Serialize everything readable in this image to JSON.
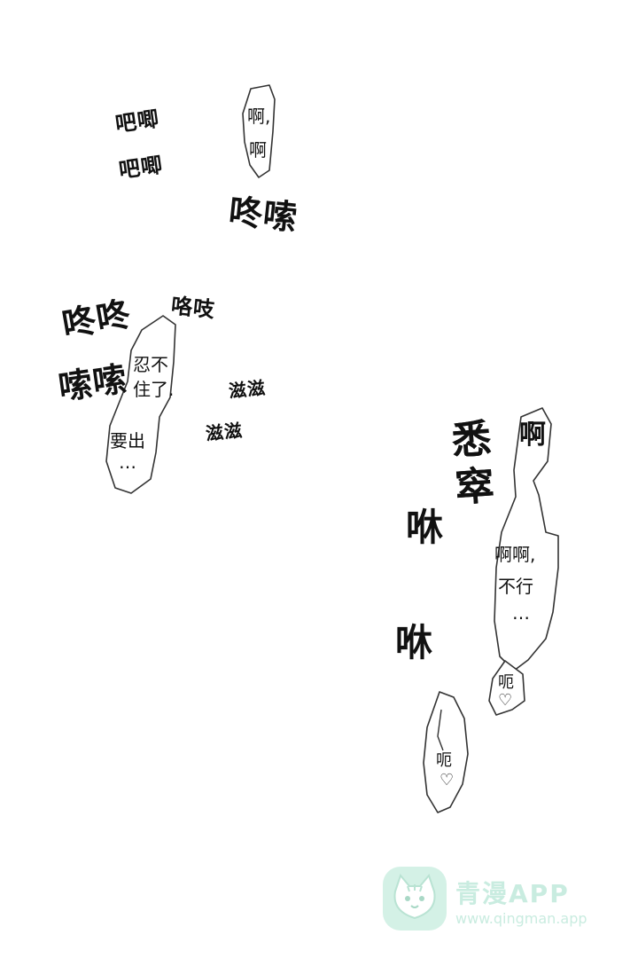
{
  "panel": {
    "sfx_babo_1": "吧唧",
    "sfx_babo_2": "吧唧",
    "bubble_a_line1": "啊,",
    "bubble_a_line2": "啊",
    "sfx_gudu_top": "咚嗦",
    "sfx_geji": "咯吱",
    "sfx_gudu_left": "咚咚",
    "sfx_suo_left": "嗦嗦",
    "bubble_b_line1": "忍不",
    "bubble_b_line2": "住了.",
    "bubble_b_line3": "要出",
    "bubble_b_line4": "…",
    "sfx_zizi_1": "滋滋",
    "sfx_zizi_2": "滋滋",
    "sfx_xisu": "悉窣",
    "sfx_a_right": "啊",
    "sfx_xiu_1": "咻",
    "sfx_xiu_2": "咻",
    "bubble_c_line1": "啊啊,",
    "bubble_c_line2": "不行",
    "bubble_c_line3": "…",
    "bubble_d_text": "呃",
    "bubble_e_text": "呃"
  },
  "watermark": {
    "name": "青漫APP",
    "url": "www.qingman.app",
    "logo_icon": "cat-face-icon",
    "color": "#c9ece0"
  },
  "icons": {
    "heart": "heart-icon"
  }
}
